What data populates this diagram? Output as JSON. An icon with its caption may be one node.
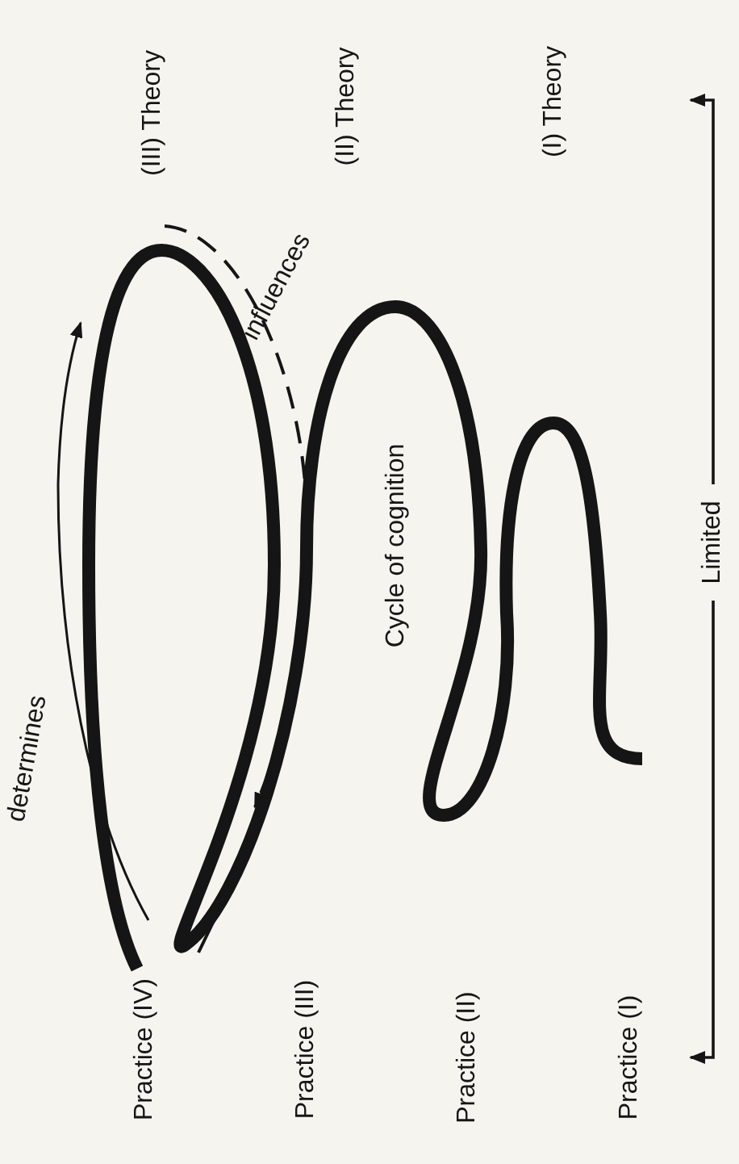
{
  "diagram": {
    "labels": [
      "(III) Theory",
      "(II) Theory",
      "(I) Theory",
      "influences",
      "Cycle of cognition",
      "Limited",
      "determines",
      "Practice (IV)",
      "Practice (III)",
      "Practice (II)",
      "Practice (I)"
    ]
  }
}
